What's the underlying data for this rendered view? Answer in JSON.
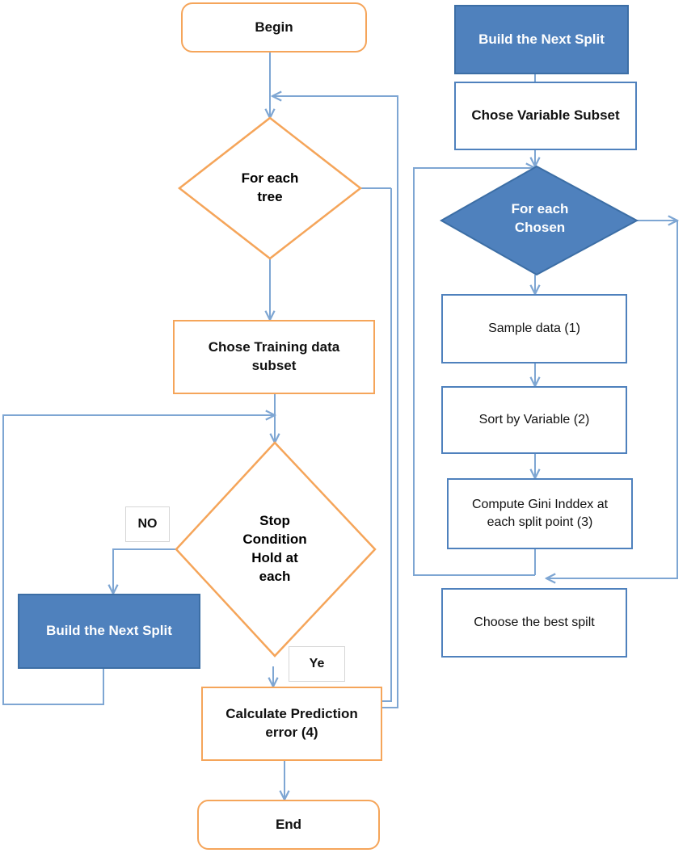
{
  "left": {
    "begin": "Begin",
    "decision_tree": "For each\ntree",
    "training_subset": "Chose Training data\nsubset",
    "decision_stop": "Stop\nCondition\nHold at\neach",
    "no_label": "NO",
    "yes_label": "Ye",
    "build_split": "Build the Next Split",
    "prediction_error": "Calculate Prediction\nerror (4)",
    "end": "End"
  },
  "right": {
    "header": "Build the Next Split",
    "variable_subset": "Chose Variable Subset",
    "decision_chosen": "For each\nChosen",
    "sample_data": "Sample data (1)",
    "sort_variable": "Sort by Variable (2)",
    "gini_index": "Compute Gini Inddex at\neach split point (3)",
    "best_split": "Choose the best spilt"
  },
  "colors": {
    "orange": "#f5a55a",
    "blue": "#4f81bd",
    "connector": "#7ea6d3"
  }
}
